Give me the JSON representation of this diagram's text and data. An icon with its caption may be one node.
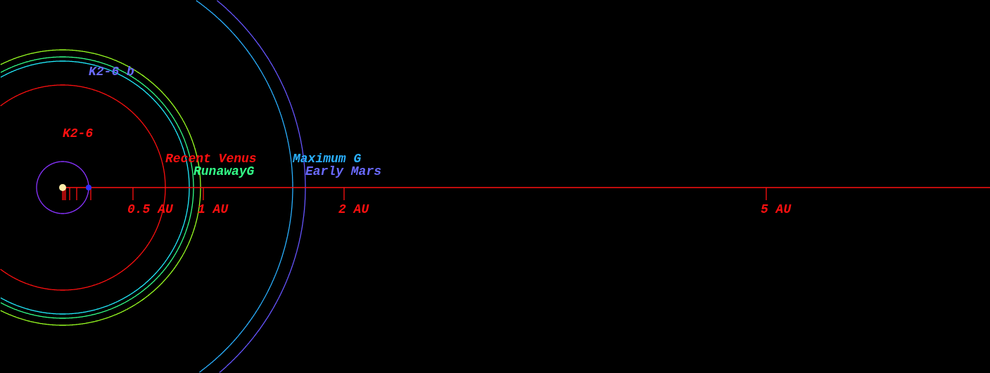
{
  "diagram": {
    "labels": [
      "K2-6 b",
      "K2-6",
      "Recent Venus",
      "Maximum G",
      "RunawayG",
      "Early Mars",
      "0.5 AU",
      "1 AU",
      "2 AU",
      "5 AU"
    ]
  }
}
